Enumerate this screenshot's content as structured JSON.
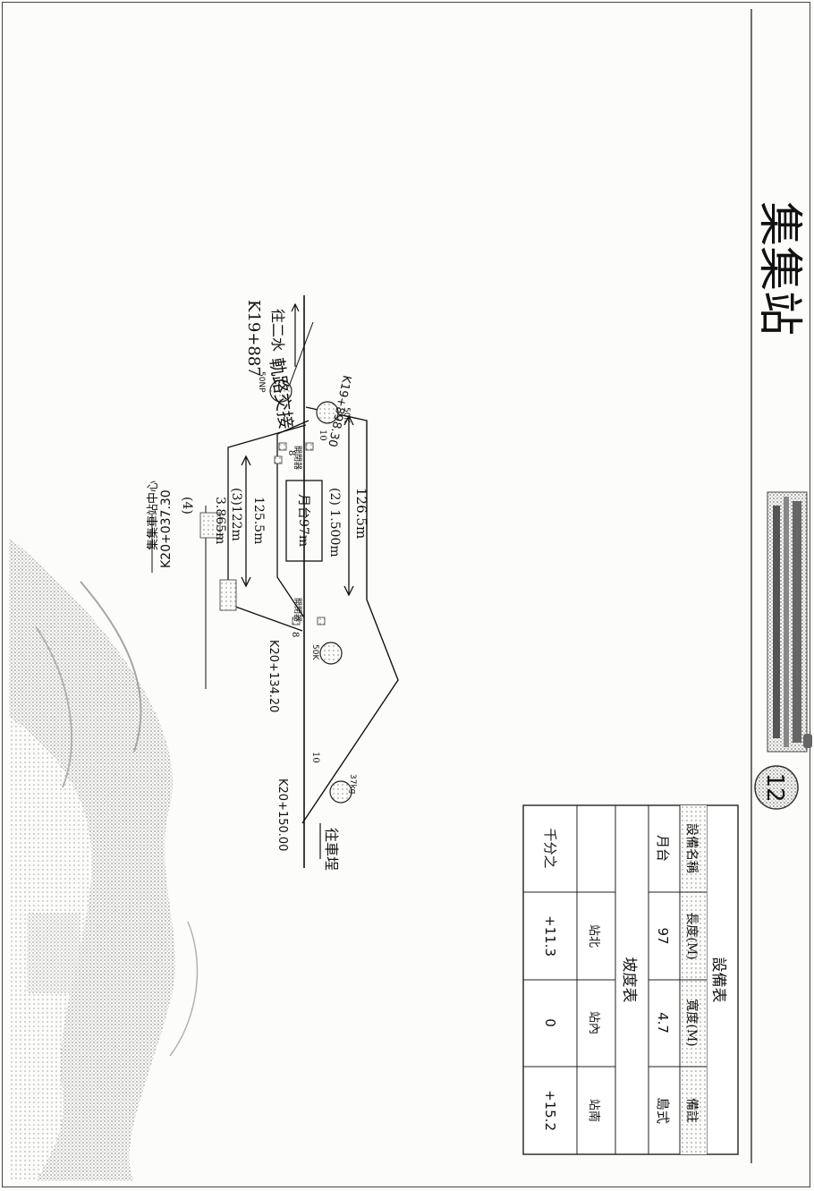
{
  "header": {
    "number": "12",
    "title": "集集站"
  },
  "diagram": {
    "center_marker": "集集車站中心",
    "center_km": "K20+037.30",
    "dir_left": "往二水",
    "dir_right": "往車埕",
    "handwritten_note": "軌路交接",
    "handwritten_km": "K19+887",
    "km_left": "K19+898.30",
    "km_mid": "K20+134.20",
    "km_right": "K20+150.00",
    "track_upper_len": "126.5m",
    "track2_label": "(2) 1.500m",
    "platform_label": "月台97m",
    "track_lower_len": "125.5m",
    "track3_label": "(3)122m",
    "track3_sub": "3.865m",
    "track4_label": "(4)",
    "turnout_codes": [
      "50NP",
      "50K",
      "50K",
      "37kg"
    ],
    "angle_labels": [
      "10",
      "8",
      "8",
      "10"
    ],
    "shed_label_left": "開閉器",
    "shed_label_right": "開閉器"
  },
  "equipment_table": {
    "title": "設備表",
    "headers": [
      "設備名稱",
      "長度(M)",
      "寬度(M)",
      "備註"
    ],
    "row": [
      "月台",
      "97",
      "4.7",
      "島式"
    ]
  },
  "gradient_table": {
    "title": "坡度表",
    "headers": [
      "",
      "站北",
      "站內",
      "站南"
    ],
    "row": [
      "千分之",
      "+11.3",
      "0",
      "+15.2"
    ]
  },
  "colors": {
    "ink": "#111111",
    "badge_fill": "#9a9a9a",
    "header_fill": "#c8c8c8"
  }
}
